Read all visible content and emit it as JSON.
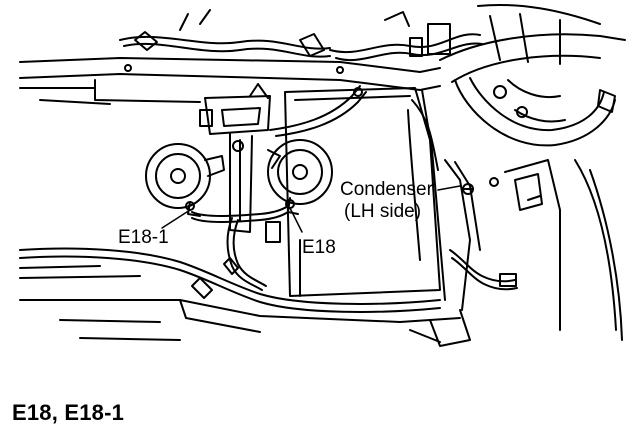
{
  "labels": {
    "condenser_line1": "Condenser",
    "condenser_line2": "(LH side)",
    "horn_left": "E18-1",
    "horn_right": "E18"
  },
  "caption": "E18,  E18-1",
  "colors": {
    "ink": "#000000",
    "background": "#ffffff"
  }
}
